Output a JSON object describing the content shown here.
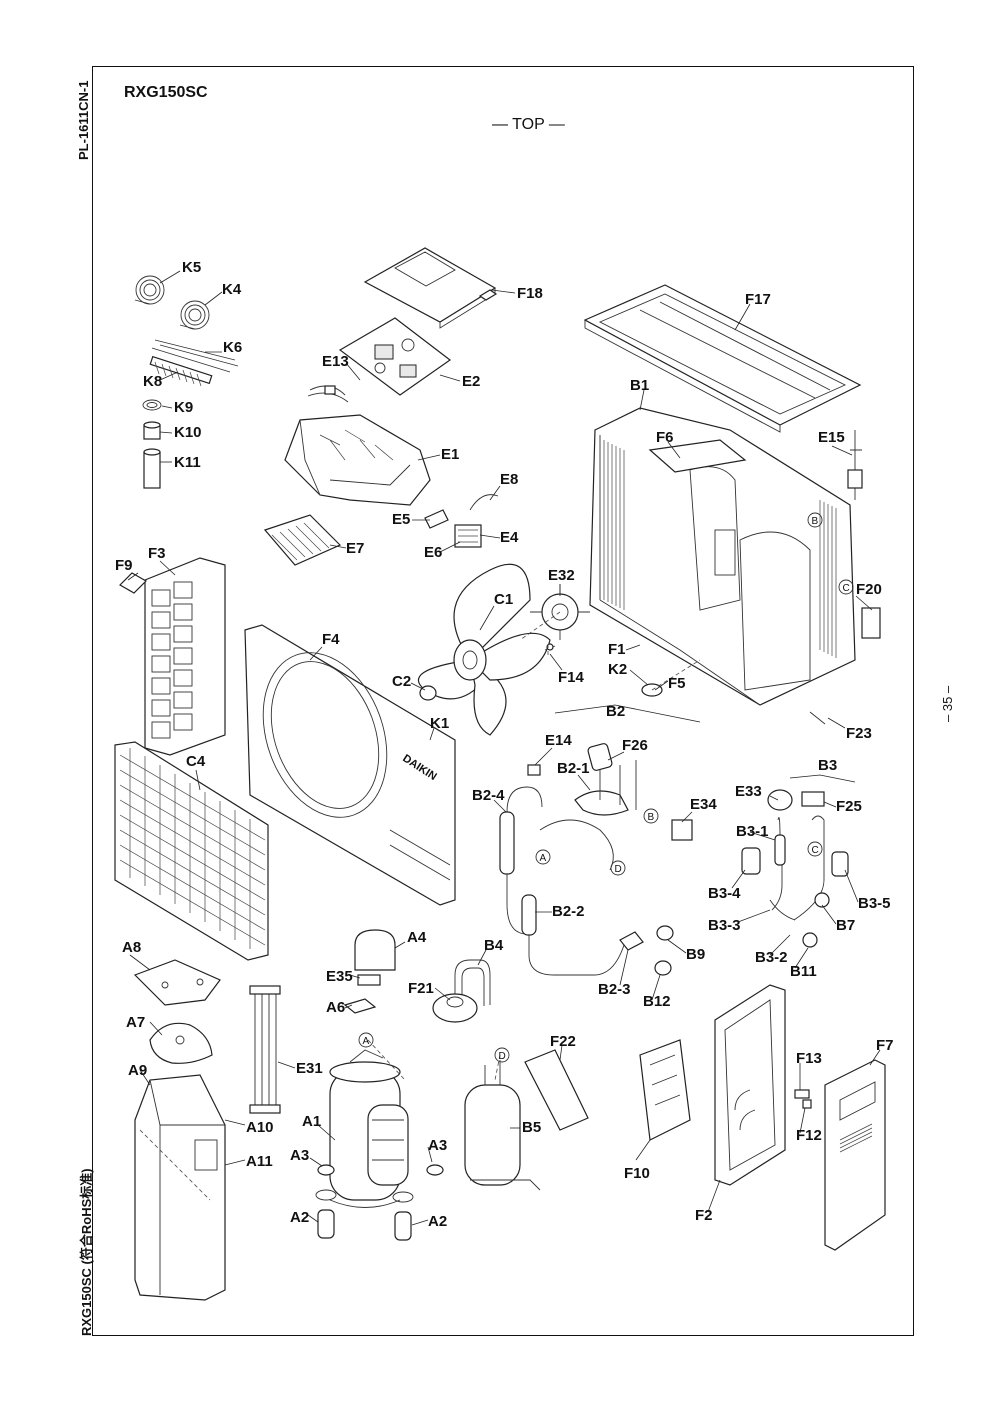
{
  "header": {
    "model": "RXG150SC",
    "orientation": "— TOP —",
    "doc_code": "PL-1611CN-1",
    "footer_model": "RXG150SC (符合RoHS标准)",
    "page_number": "– 35 –"
  },
  "part_labels": {
    "K5": "K5",
    "K4": "K4",
    "K6": "K6",
    "K8": "K8",
    "K9": "K9",
    "K10": "K10",
    "K11": "K11",
    "F18": "F18",
    "F17": "F17",
    "E13": "E13",
    "E2": "E2",
    "E1": "E1",
    "E8": "E8",
    "E5": "E5",
    "E4": "E4",
    "E6": "E6",
    "E7": "E7",
    "B1": "B1",
    "F6": "F6",
    "E15": "E15",
    "F9": "F9",
    "F3": "F3",
    "E32": "E32",
    "C1": "C1",
    "F20": "F20",
    "F4": "F4",
    "F1": "F1",
    "K2": "K2",
    "F14": "F14",
    "F5": "F5",
    "C2": "C2",
    "K1": "K1",
    "B2": "B2",
    "F23": "F23",
    "C4": "C4",
    "E14": "E14",
    "F26": "F26",
    "B2_1": "B2-1",
    "B3": "B3",
    "B2_4": "B2-4",
    "E33": "E33",
    "F25": "F25",
    "E34": "E34",
    "B3_1": "B3-1",
    "B3_4": "B3-4",
    "B3_5": "B3-5",
    "B2_2": "B2-2",
    "B3_3": "B3-3",
    "B7": "B7",
    "A4": "A4",
    "B4": "B4",
    "B9": "B9",
    "A8": "A8",
    "E35": "E35",
    "B3_2": "B3-2",
    "B11": "B11",
    "F21": "F21",
    "B2_3": "B2-3",
    "B12": "B12",
    "A6": "A6",
    "A7": "A7",
    "F22": "F22",
    "F7": "F7",
    "E31": "E31",
    "F13": "F13",
    "A9": "A9",
    "A1": "A1",
    "A10": "A10",
    "F12": "F12",
    "A3_a": "A3",
    "A3_b": "A3",
    "A11": "A11",
    "B5": "B5",
    "F10": "F10",
    "A2_a": "A2",
    "A2_b": "A2",
    "F2": "F2"
  },
  "callouts": {
    "A_1": "A",
    "A_2": "A",
    "B_1": "B",
    "B_2": "B",
    "C_1": "C",
    "C_2": "C",
    "D_1": "D",
    "D_2": "D"
  },
  "logo": {
    "brand": "DAIKIN"
  }
}
